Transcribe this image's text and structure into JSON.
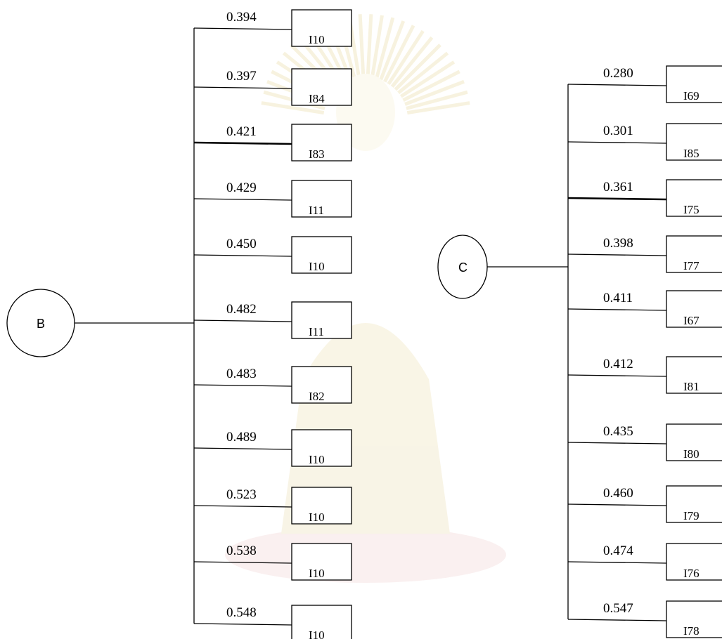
{
  "trees": [
    {
      "root": "B",
      "edges": [
        {
          "value": "0.394",
          "leaf": "I10",
          "bold": false
        },
        {
          "value": "0.397",
          "leaf": "I84",
          "bold": false
        },
        {
          "value": "0.421",
          "leaf": "I83",
          "bold": true
        },
        {
          "value": "0.429",
          "leaf": "I11",
          "bold": false
        },
        {
          "value": "0.450",
          "leaf": "I10",
          "bold": false
        },
        {
          "value": "0.482",
          "leaf": "I11",
          "bold": false
        },
        {
          "value": "0.483",
          "leaf": "I82",
          "bold": false
        },
        {
          "value": "0.489",
          "leaf": "I10",
          "bold": false
        },
        {
          "value": "0.523",
          "leaf": "I10",
          "bold": false
        },
        {
          "value": "0.538",
          "leaf": "I10",
          "bold": false
        },
        {
          "value": "0.548",
          "leaf": "I10",
          "bold": false
        }
      ]
    },
    {
      "root": "C",
      "edges": [
        {
          "value": "0.280",
          "leaf": "I69",
          "bold": false
        },
        {
          "value": "0.301",
          "leaf": "I85",
          "bold": false
        },
        {
          "value": "0.361",
          "leaf": "I75",
          "bold": true
        },
        {
          "value": "0.398",
          "leaf": "I77",
          "bold": false
        },
        {
          "value": "0.411",
          "leaf": "I67",
          "bold": false
        },
        {
          "value": "0.412",
          "leaf": "I81",
          "bold": false
        },
        {
          "value": "0.435",
          "leaf": "I80",
          "bold": false
        },
        {
          "value": "0.460",
          "leaf": "I79",
          "bold": false
        },
        {
          "value": "0.474",
          "leaf": "I76",
          "bold": false
        },
        {
          "value": "0.547",
          "leaf": "I78",
          "bold": false
        }
      ]
    }
  ],
  "watermark": {
    "description_icon": "university-emblem-watermark",
    "color": "#e8c9a0"
  }
}
